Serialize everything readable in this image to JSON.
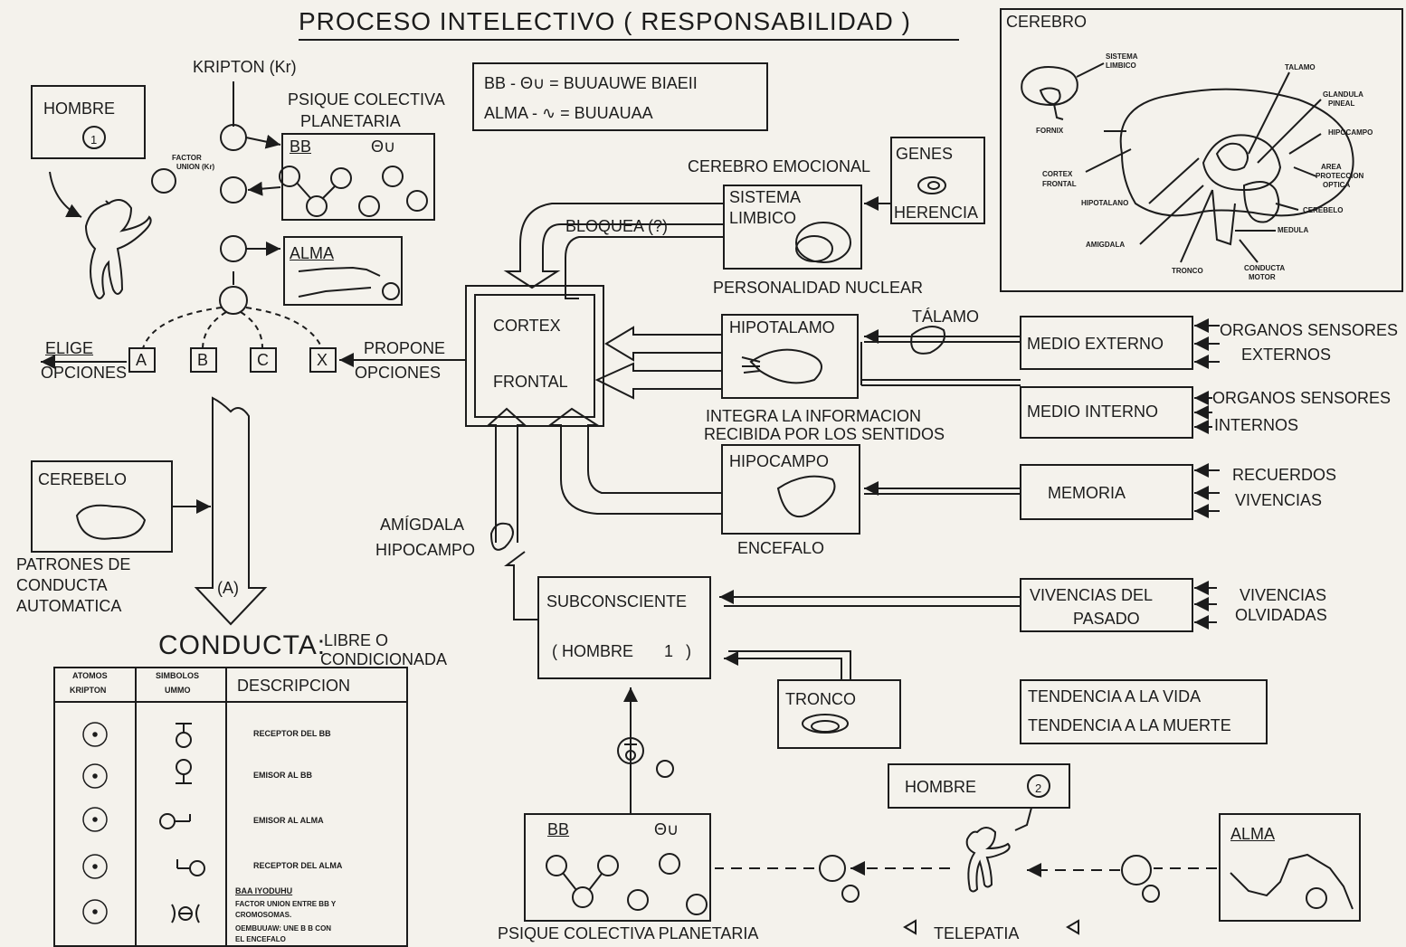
{
  "title": "PROCESO INTELECTIVO ( RESPONSABILIDAD )",
  "legend_top": {
    "line1": "BB - Θ∪  = BUUAUWE BIAEII",
    "line2": "ALMA - ∿  = BUUAUAA"
  },
  "left": {
    "hombre1": "HOMBRE",
    "num1": "1",
    "kripton": "KRIPTON (Kr)",
    "psique": "PSIQUE COLECTIVA",
    "planetaria": "PLANETARIA",
    "bb": "BB",
    "theta": "Θ∪",
    "factor": "FACTOR",
    "union": "UNION (Kr)",
    "alma": "ALMA",
    "elige": "ELIGE",
    "opciones_l": "OPCIONES",
    "opt_a": "A",
    "opt_b": "B",
    "opt_c": "C",
    "opt_x": "X",
    "propone": "PROPONE",
    "opciones_r": "OPCIONES",
    "cerebelo": "CEREBELO",
    "patrones": "PATRONES DE",
    "conducta_l": "CONDUCTA",
    "automatica": "AUTOMATICA",
    "arrow_a": "(A)",
    "conducta": "CONDUCTA:",
    "libre": "LIBRE O",
    "condicionada": "CONDICIONADA"
  },
  "table": {
    "h1a": "ATOMOS",
    "h1b": "KRIPTON",
    "h2a": "SIMBOLOS",
    "h2b": "UMMO",
    "h3": "DESCRIPCION",
    "rows": [
      "RECEPTOR DEL BB",
      "EMISOR AL BB",
      "EMISOR AL ALMA",
      "RECEPTOR DEL ALMA"
    ],
    "last1": "BAA IYODUHU",
    "last2": "FACTOR UNION ENTRE BB Y",
    "last3": "CROMOSOMAS.",
    "last4": "OEMBUUAW: UNE B B CON",
    "last5": "EL ENCEFALO"
  },
  "center": {
    "cortex": "CORTEX",
    "frontal": "FRONTAL",
    "bloquea": "BLOQUEA (?)",
    "cerebro_emocional": "CEREBRO EMOCIONAL",
    "sistema": "SISTEMA",
    "limbico": "LIMBICO",
    "genes": "GENES",
    "herencia": "HERENCIA",
    "personalidad": "PERSONALIDAD NUCLEAR",
    "hipotalamo": "HIPOTALAMO",
    "talamo": "TÁLAMO",
    "integra1": "INTEGRA LA INFORMACION",
    "integra2": "RECIBIDA POR LOS SENTIDOS",
    "hipocampo": "HIPOCAMPO",
    "encefalo": "ENCEFALO",
    "amigdala": "AMÍGDALA",
    "hipocampo2": "HIPOCAMPO",
    "subconsciente": "SUBCONSCIENTE",
    "hombre_paren": "( HOMBRE",
    "num1": "1",
    "paren_close": ")",
    "tronco": "TRONCO",
    "bb": "BB",
    "theta": "Θ∪",
    "psique_bottom": "PSIQUE COLECTIVA PLANETARIA"
  },
  "right": {
    "medio_externo": "MEDIO EXTERNO",
    "org_ext1": "ORGANOS SENSORES",
    "org_ext2": "EXTERNOS",
    "medio_interno": "MEDIO INTERNO",
    "org_int1": "ORGANOS SENSORES",
    "org_int2": "INTERNOS",
    "memoria": "MEMORIA",
    "recuerdos": "RECUERDOS",
    "vivencias": "VIVENCIAS",
    "viv_pasado1": "VIVENCIAS DEL",
    "viv_pasado2": "PASADO",
    "viv_olv1": "VIVENCIAS",
    "viv_olv2": "OLVIDADAS",
    "tend_vida": "TENDENCIA A LA VIDA",
    "tend_muerte": "TENDENCIA A LA MUERTE",
    "hombre2": "HOMBRE",
    "num2": "2",
    "alma": "ALMA",
    "telepatia": "TELEPATIA"
  },
  "brain": {
    "title": "CEREBRO",
    "labels": [
      "SISTEMA",
      "LIMBICO",
      "TALAMO",
      "GLANDULA",
      "PINEAL",
      "FORNIX",
      "HIPOCAMPO",
      "CORTEX",
      "FRONTAL",
      "AREA",
      "PROTECCION",
      "OPTICA",
      "HIPOTALANO",
      "CEREBELO",
      "AMIGDALA",
      "MEDULA",
      "TRONCO",
      "CONDUCTA",
      "MOTOR"
    ]
  }
}
